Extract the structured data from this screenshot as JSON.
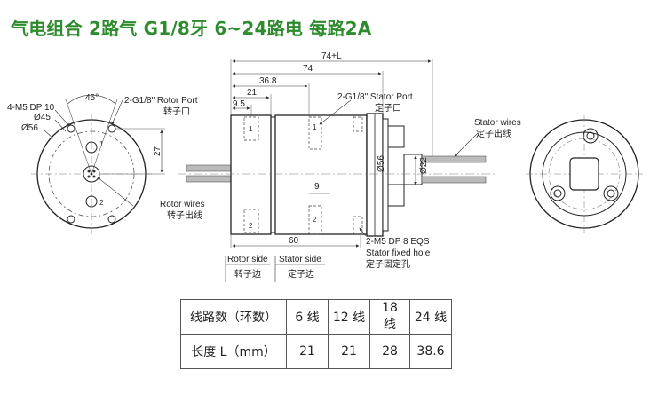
{
  "title": "气电组合 2路气 G1/8牙 6~24路电 每路2A",
  "left_view": {
    "angle": "45°",
    "hole_note": "4-M5 DP 10",
    "dia_45": "Ø45",
    "dia_56": "Ø56",
    "rotor_port_en": "2-G1/8\"  Rotor Port",
    "rotor_port_cn": "转子口",
    "dim_27": "27",
    "rotor_wires_en": "Rotor wires",
    "rotor_wires_cn": "转子出线",
    "port_num_1": "1",
    "port_num_2": "2"
  },
  "side_view": {
    "dim_74L": "74+L",
    "dim_74": "74",
    "dim_36_8": "36.8",
    "dim_21": "21",
    "dim_9_5": "9.5",
    "dim_9": "9",
    "dim_60": "60",
    "dia_56": "Ø56",
    "dia_22": "Ø22",
    "stator_port_en": "2-G1/8\"  Stator Port",
    "stator_port_cn": "定子口",
    "stator_wires_en": "Stator wires",
    "stator_wires_cn": "定子出线",
    "fixed_hole_1": "2-M5 DP 8 EQS",
    "fixed_hole_2": "Stator fixed hole",
    "fixed_hole_cn": "定子固定孔",
    "rotor_side_en": "Rotor side",
    "rotor_side_cn": "转子边",
    "stator_side_en": "Stator side",
    "stator_side_cn": "定子边",
    "port_num_1": "1",
    "port_num_2": "2"
  },
  "table": {
    "header": "线路数（环数）",
    "cols": [
      "6 线",
      "12 线",
      "18 线",
      "24 线"
    ],
    "row_label": "长度 L（mm）",
    "values": [
      "21",
      "21",
      "28",
      "38.6"
    ]
  }
}
